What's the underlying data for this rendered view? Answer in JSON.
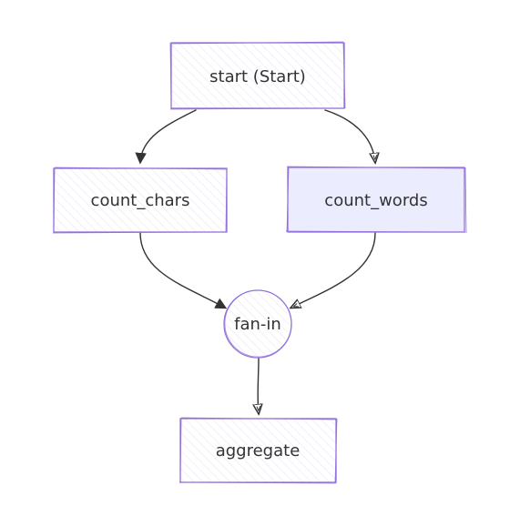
{
  "colors": {
    "node_fill": "#ececff",
    "node_border": "#9370db",
    "hatch": "#b9a3e8",
    "edge": "#333333",
    "text": "#333333"
  },
  "nodes": {
    "start": {
      "label": "start (Start)"
    },
    "count_chars": {
      "label": "count_chars"
    },
    "count_words": {
      "label": "count_words"
    },
    "fan_in": {
      "label": "fan-in"
    },
    "aggregate": {
      "label": "aggregate"
    }
  }
}
